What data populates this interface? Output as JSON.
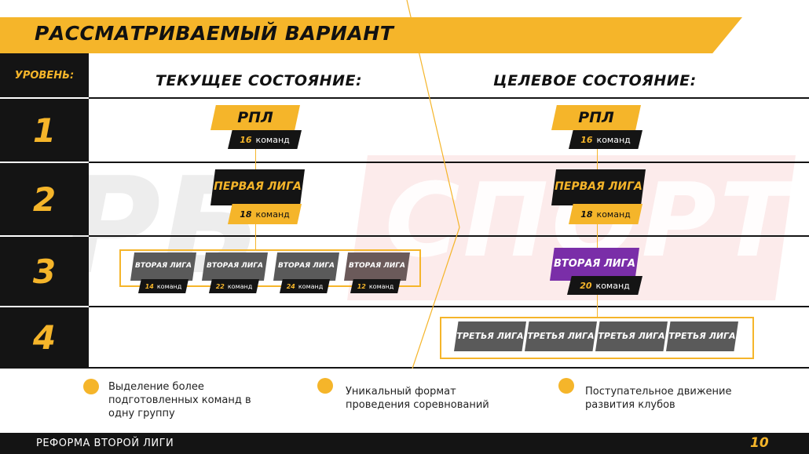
{
  "title": "РАССМАТРИВАЕМЫЙ ВАРИАНТ",
  "level_header": "УРОВЕНЬ:",
  "levels": [
    "1",
    "2",
    "3",
    "4"
  ],
  "current_header": "ТЕКУЩЕЕ СОСТОЯНИЕ:",
  "target_header": "ЦЕЛЕВОЕ СОСТОЯНИЕ:",
  "watermark": "СПОРТ",
  "current": {
    "rpl": {
      "name": "РПЛ",
      "count": "16",
      "unit": "команд"
    },
    "first": {
      "name": "ПЕРВАЯ ЛИГА",
      "count": "18",
      "unit": "команд"
    },
    "second": [
      {
        "name": "ВТОРАЯ ЛИГА",
        "count": "14",
        "unit": "команд"
      },
      {
        "name": "ВТОРАЯ ЛИГА",
        "count": "22",
        "unit": "команд"
      },
      {
        "name": "ВТОРАЯ ЛИГА",
        "count": "24",
        "unit": "команд"
      },
      {
        "name": "ВТОРАЯ ЛИГА",
        "count": "12",
        "unit": "команд"
      }
    ]
  },
  "target": {
    "rpl": {
      "name": "РПЛ",
      "count": "16",
      "unit": "команд"
    },
    "first": {
      "name": "ПЕРВАЯ ЛИГА",
      "count": "18",
      "unit": "команд"
    },
    "second": {
      "name": "ВТОРАЯ ЛИГА",
      "count": "20",
      "unit": "команд"
    },
    "third": [
      "ТРЕТЬЯ ЛИГА",
      "ТРЕТЬЯ ЛИГА",
      "ТРЕТЬЯ ЛИГА",
      "ТРЕТЬЯ ЛИГА"
    ]
  },
  "notes": [
    "Выделение более подготовленных команд в одну группу",
    "Уникальный формат проведения соревнований",
    "Поступательное движение развития клубов"
  ],
  "footer": {
    "title": "РЕФОРМА ВТОРОЙ ЛИГИ",
    "page": "10"
  },
  "colors": {
    "accent": "#f5b52a",
    "dark": "#141414",
    "purple": "#7a2ea8",
    "gray": "#5a5a5a"
  }
}
